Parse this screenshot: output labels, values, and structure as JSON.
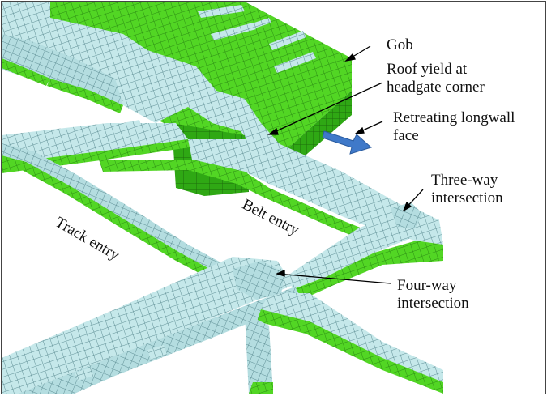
{
  "labels": {
    "gob": "Gob",
    "roof_yield_line1": "Roof yield at",
    "roof_yield_line2": "headgate corner",
    "retreating_line1": "Retreating longwall",
    "retreating_line2": "face",
    "three_way_line1": "Three-way",
    "three_way_line2": "intersection",
    "belt_entry": "Belt entry",
    "track_entry": "Track entry",
    "four_way_line1": "Four-way",
    "four_way_line2": "intersection"
  },
  "colors": {
    "rock_block": "#bfe3e6",
    "rock_grid": "#6d9aa0",
    "floor_green": "#4fd31f",
    "floor_green_dark": "#2f8f17",
    "gob_green": "#5ed62c",
    "arrow_blue": "#3f79c9",
    "leader_line": "#000000"
  }
}
